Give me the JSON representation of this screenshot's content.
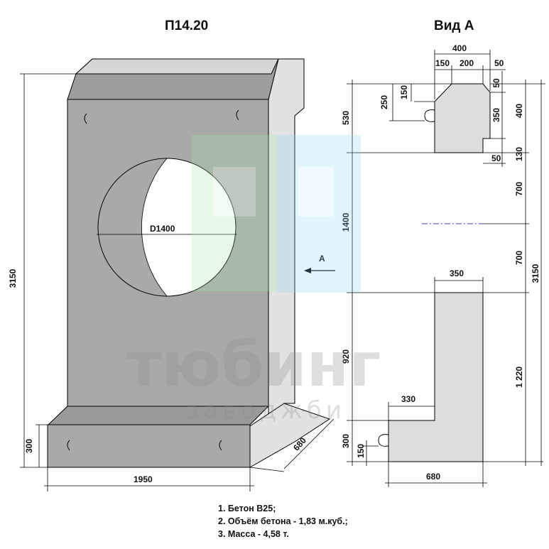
{
  "titles": {
    "product": "П14.20",
    "view": "Вид А"
  },
  "front": {
    "height_label": "3150",
    "width_label": "1950",
    "base_height_label": "300",
    "depth_label": "680",
    "hole_label": "D1400",
    "view_arrow_label": "A"
  },
  "side": {
    "top_width": "400",
    "top_step_left": "150",
    "top_step_mid": "200",
    "top_step_right": "50",
    "right_small_50": "50",
    "top_left_250": "250",
    "top_left_150": "150",
    "right_350": "350",
    "right_400": "400",
    "right_50_bottom": "50",
    "right_130": "130",
    "left_530": "530",
    "left_1400": "1400",
    "left_920": "920",
    "left_300": "300",
    "left_150_bottom": "150",
    "mid_700_top": "700",
    "mid_700_bottom": "700",
    "total_3150": "3150",
    "right_1220": "1 220",
    "wall_350": "350",
    "step_330": "330",
    "base_680": "680"
  },
  "notes": [
    "1. Бетон В25;",
    "2. Объём бетона - 1,83 м.куб.;",
    "3. Масса - 4,58 т."
  ],
  "watermark": {
    "brand": "тюбинг",
    "sub": "заводжби"
  },
  "colors": {
    "face": "#a9a9a9",
    "top_face": "#9a9a9a",
    "side_face": "#e2e2e2",
    "section": "#dddddd",
    "logo_green": "#7fdc7f",
    "logo_blue": "#4fc3ee"
  }
}
